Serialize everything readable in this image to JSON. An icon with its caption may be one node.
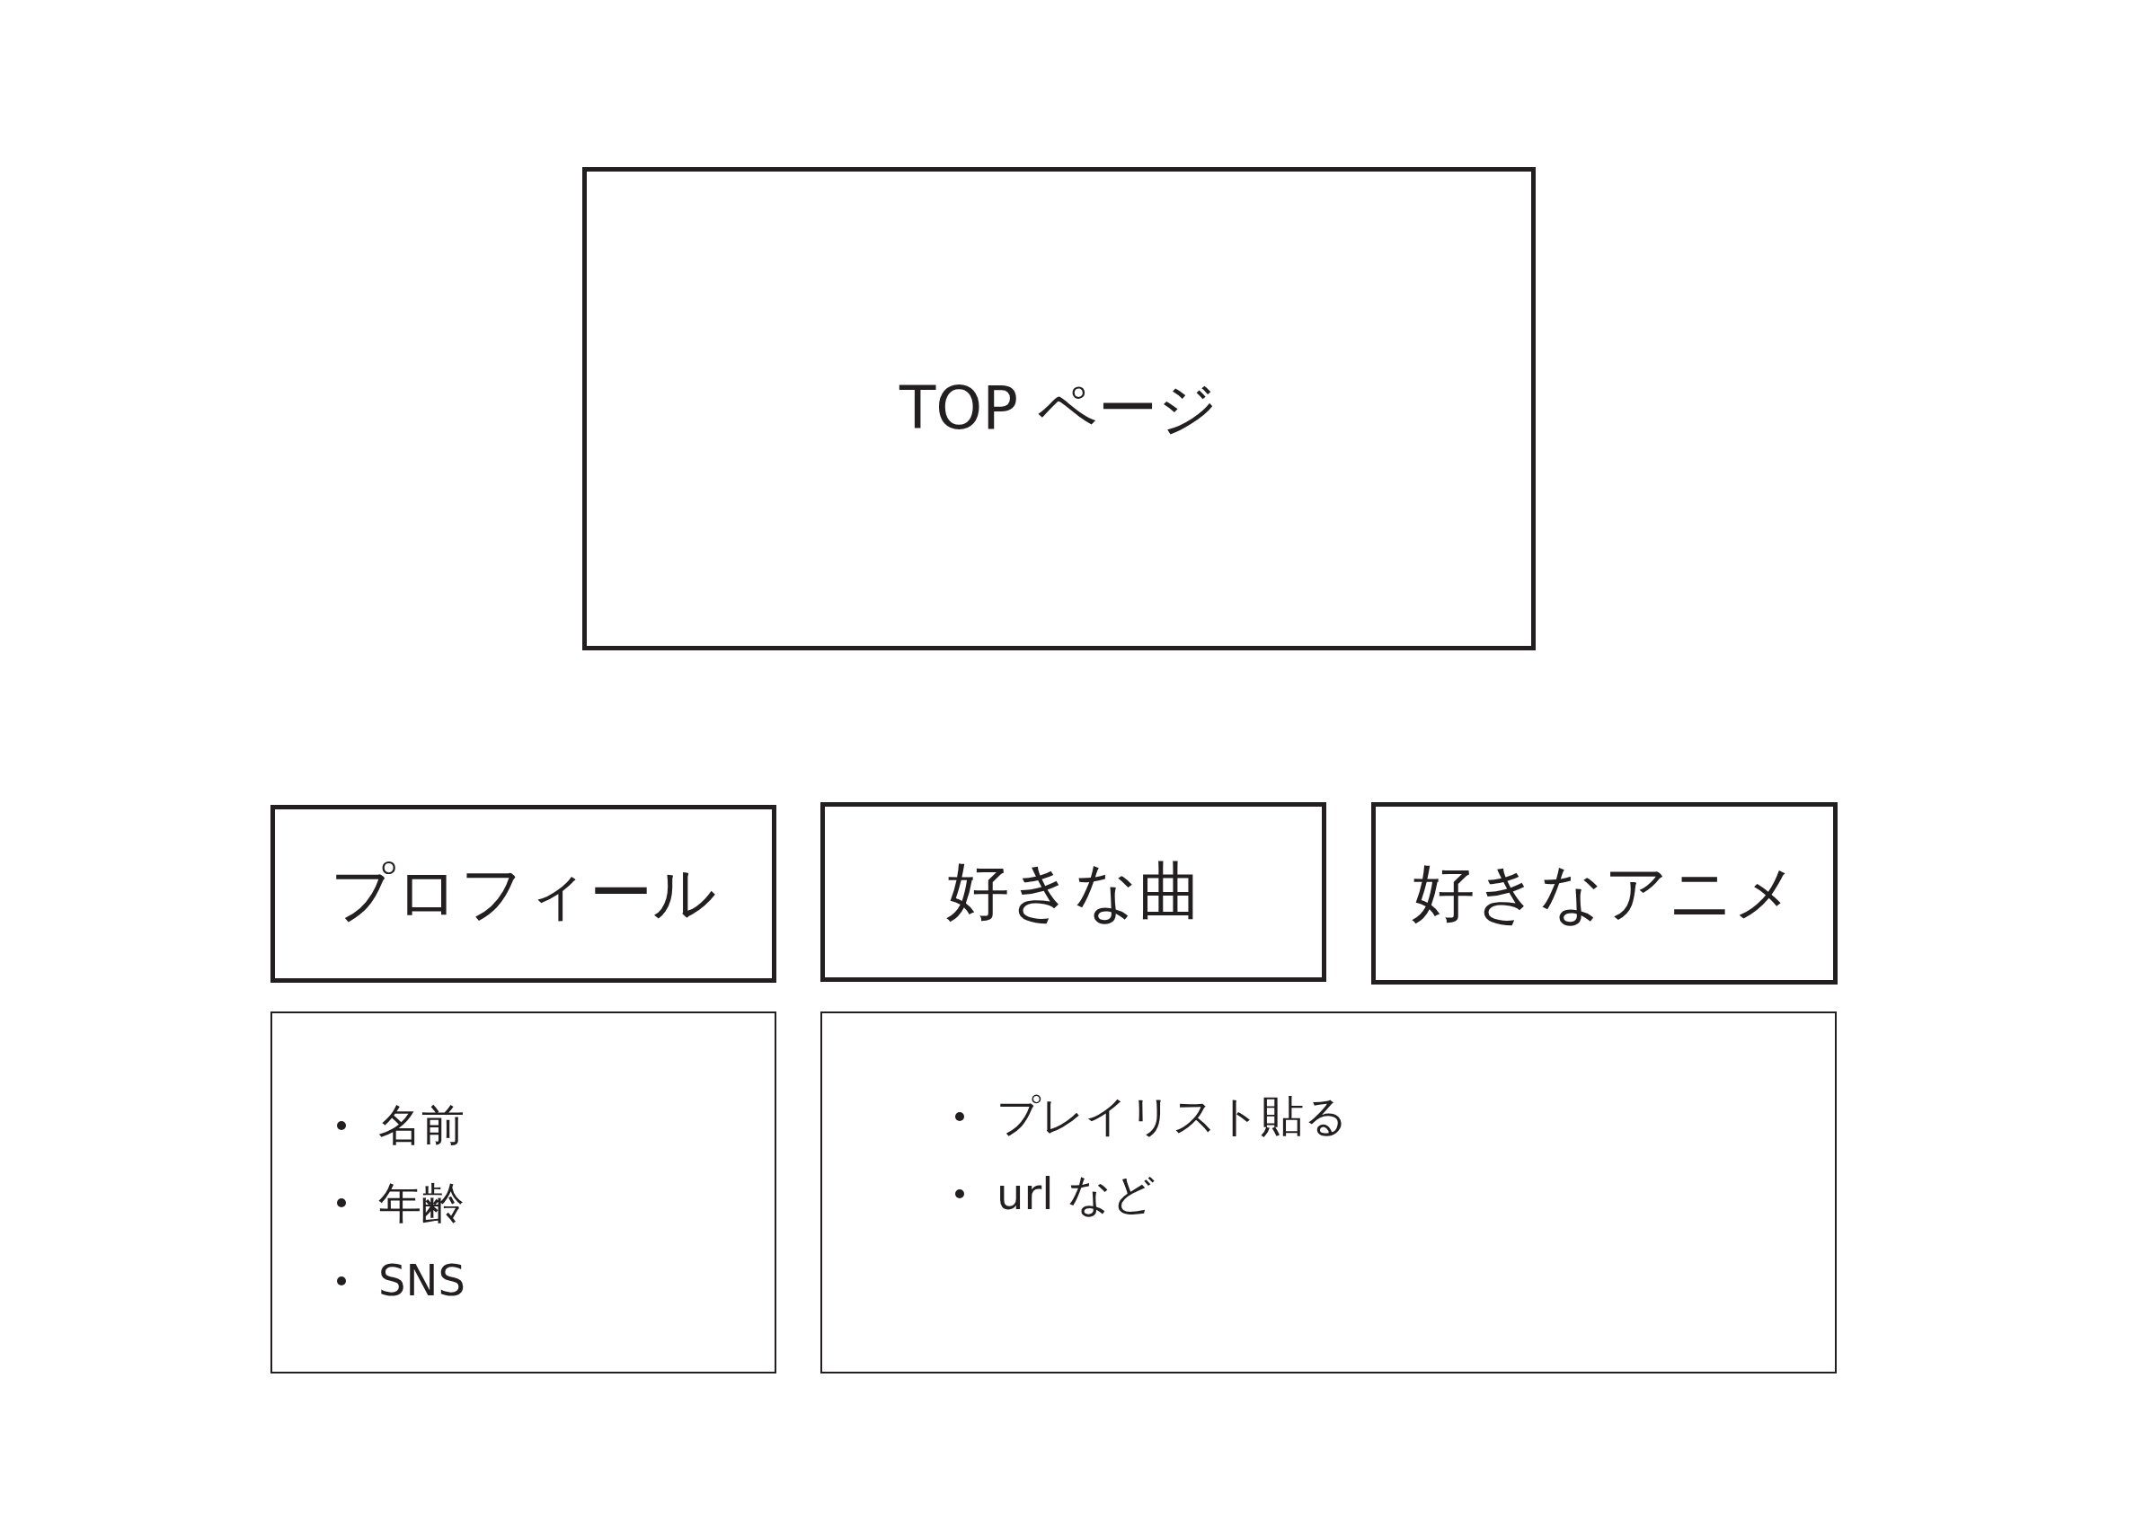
{
  "diagram": {
    "nodes": [
      {
        "text": [
          "TOP ページ"
        ]
      },
      {
        "text": [
          "プロフィール"
        ]
      },
      {
        "text": [
          "好きな曲"
        ]
      },
      {
        "text": [
          "好きなアニメ"
        ]
      },
      {
        "text": [
          "名前",
          "年齢",
          "SNS"
        ]
      },
      {
        "text": [
          "プレイリスト貼る",
          "url など"
        ]
      }
    ]
  }
}
